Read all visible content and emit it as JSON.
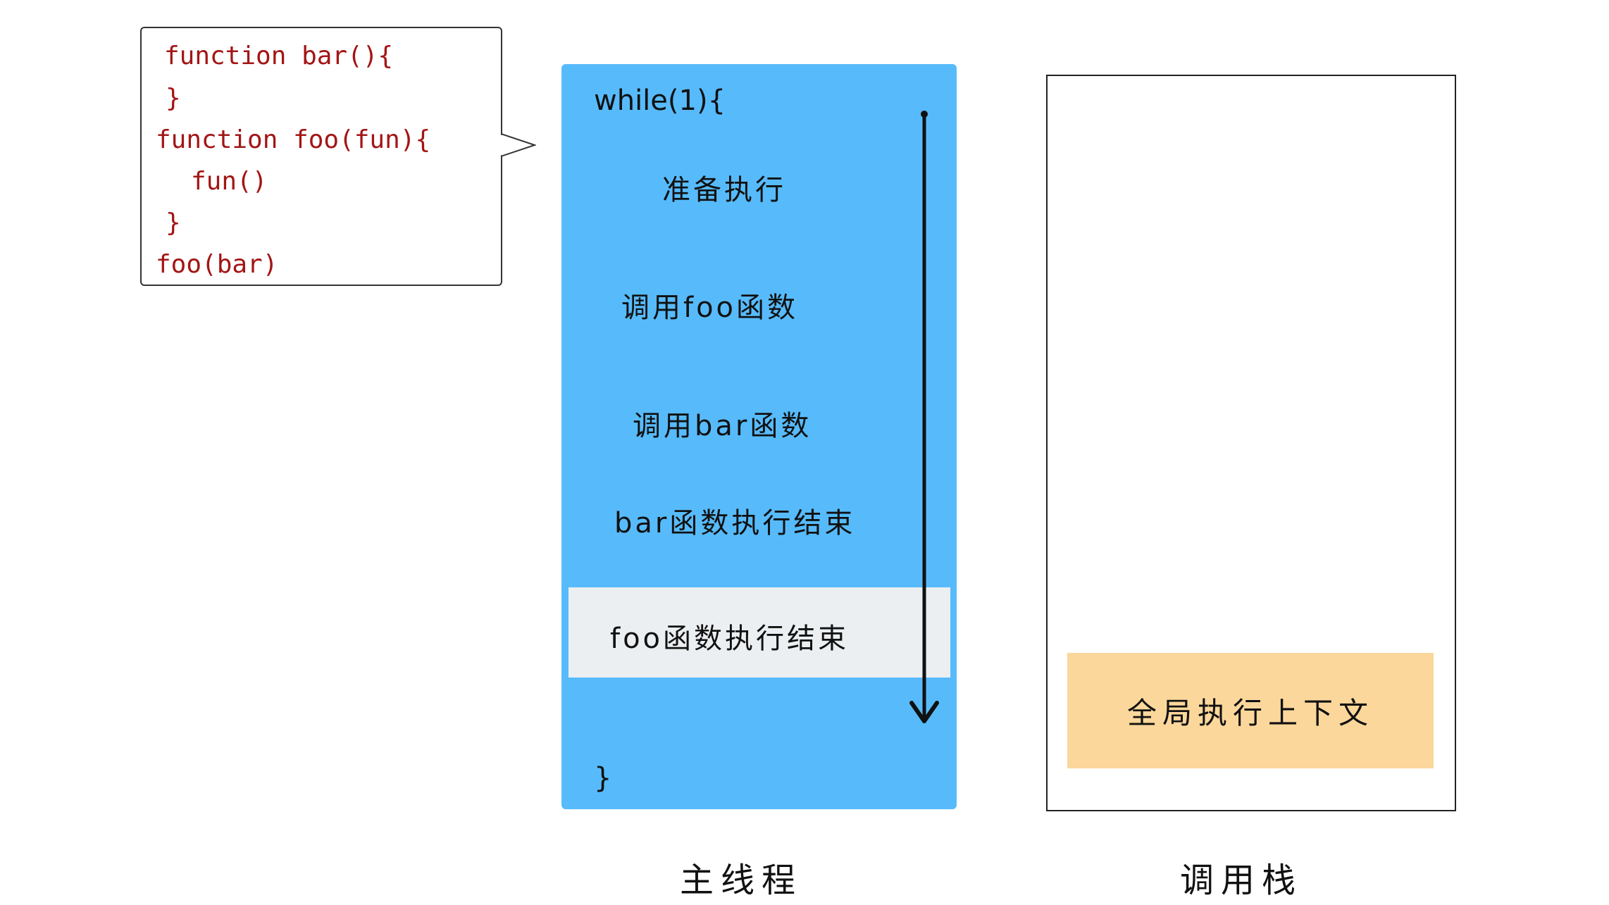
{
  "code_snippet": {
    "lines": [
      "function bar(){",
      "}",
      "function foo(fun){",
      "fun()",
      "}",
      "foo(bar)"
    ]
  },
  "main_thread": {
    "loop_open": "while(1){",
    "loop_close": "}",
    "steps": [
      "准备执行",
      "调用foo函数",
      "调用bar函数",
      "bar函数执行结束",
      "foo函数执行结束"
    ],
    "caption": "主线程"
  },
  "call_stack": {
    "frames": [
      "全局执行上下文"
    ],
    "caption": "调用栈"
  },
  "colors": {
    "main_thread_fill": "#57bbfb",
    "highlight_fill": "#eceff1",
    "stack_frame_fill": "#fcd79b",
    "code_text": "#a31515"
  }
}
